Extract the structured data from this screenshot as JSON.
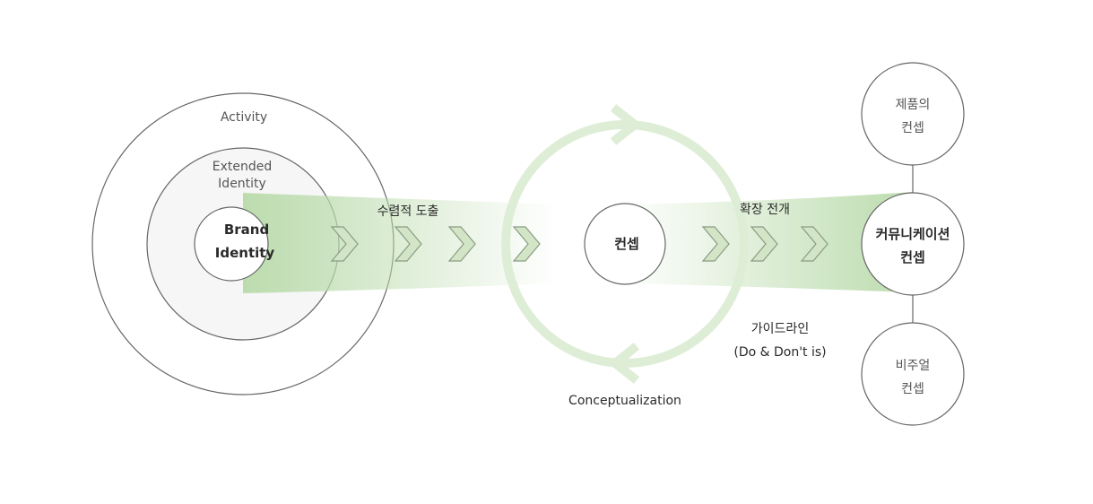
{
  "colors": {
    "accent": "#bcdcae",
    "accent_light": "#deeed6",
    "chevron_fill": "#d2e6c7",
    "chevron_stroke": "#8a9b82",
    "circle_stroke": "#666666",
    "identity_fill": "#f6f6f6"
  },
  "brand": {
    "activity": "Activity",
    "extended": [
      "Extended",
      "Identity"
    ],
    "core": [
      "Brand",
      "Identity"
    ]
  },
  "flow": {
    "converge_label": "수렴적 도출",
    "expand_label": "확장 전개"
  },
  "concept": {
    "center": "컨셉",
    "cycle_label": "Conceptualization"
  },
  "guideline": [
    "가이드라인",
    "(Do & Don't is)"
  ],
  "outputs": {
    "product": [
      "제품의",
      "컨셉"
    ],
    "communication": [
      "커뮤니케이션",
      "컨셉"
    ],
    "visual": [
      "비주얼",
      "컨셉"
    ]
  }
}
